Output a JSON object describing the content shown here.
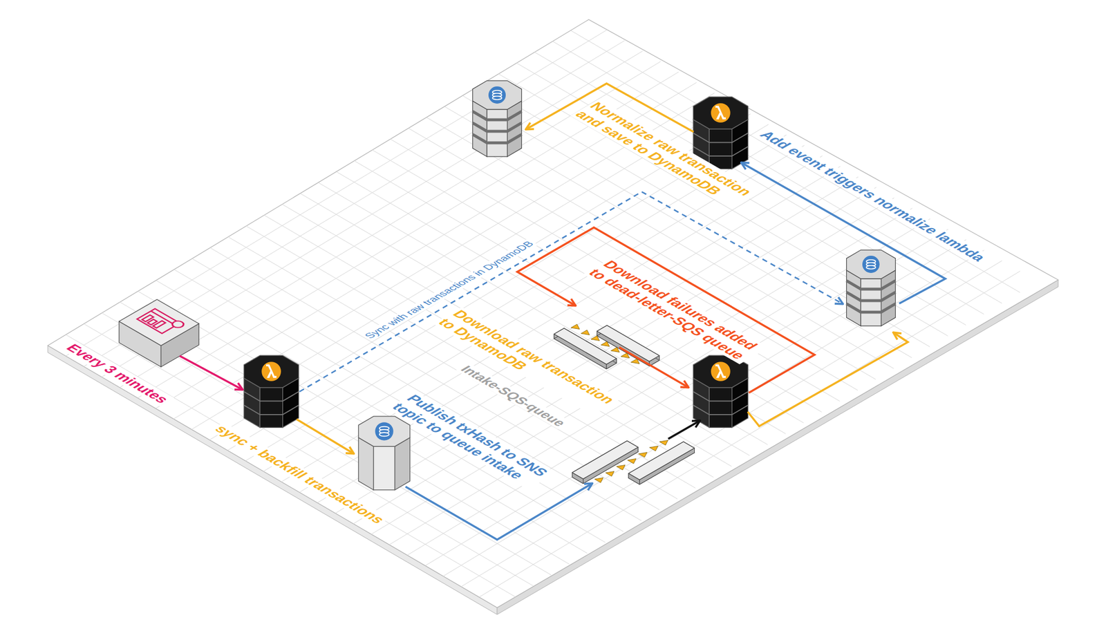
{
  "diagram": {
    "labels": [
      "Normalize raw transaction and save to DynamoDB",
      "Add event triggers normalize lambda",
      "Sync with raw transactions in DynamoDB",
      "Download failures added to dead-letter-SQS queue",
      "Download raw transaction to DynamoDB",
      "Every 3 minutes",
      "Intake-SQS-queue",
      "Publish txHash to SNS topic to queue intake",
      "sync + backfill transactions"
    ]
  }
}
